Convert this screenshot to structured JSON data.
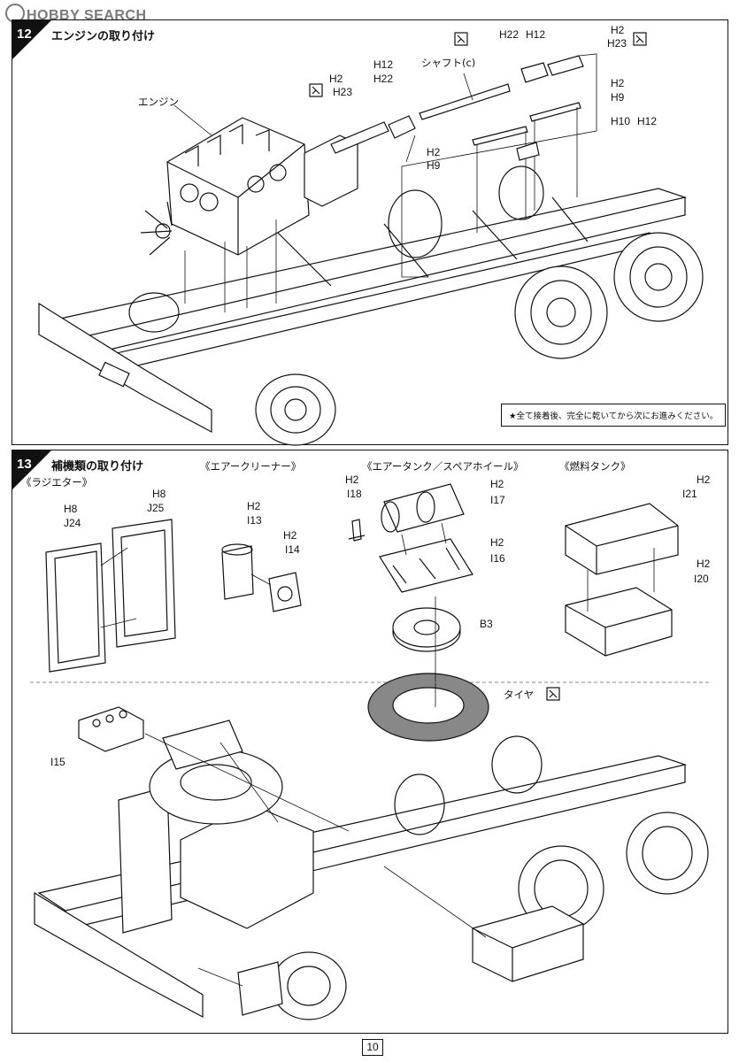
{
  "watermark": "HOBBY SEARCH",
  "step12": {
    "number": "12",
    "title": "エンジンの取り付け",
    "labels": {
      "engine": "エンジン",
      "shaft": "シャフト(c)",
      "h22_top": "H22",
      "h12_top": "H12",
      "h2_top": "H2",
      "h23_top": "H23",
      "h2_left": "H2",
      "h12_left": "H12",
      "h23_left": "H23",
      "h22_left": "H22",
      "h2_r1": "H2",
      "h9_r1": "H9",
      "h10": "H10",
      "h12_r": "H12",
      "h2_r2": "H2",
      "h9_r2": "H9"
    },
    "note": "★全て接着後、完全に乾いてから次にお進みください。"
  },
  "step13": {
    "number": "13",
    "title": "補機類の取り付け",
    "sections": {
      "radiator": "《ラジエター》",
      "air_cleaner": "《エアークリーナー》",
      "air_tank": "《エアータンク／スペアホイール》",
      "fuel_tank": "《燃料タンク》"
    },
    "labels": {
      "h8_a": "H8",
      "j24": "J24",
      "h8_b": "H8",
      "j25": "J25",
      "h2_i13": "H2",
      "i13": "I13",
      "h2_i14": "H2",
      "i14": "I14",
      "h2_i18": "H2",
      "i18": "I18",
      "h2_i17": "H2",
      "i17": "I17",
      "h2_i16": "H2",
      "i16": "I16",
      "b3": "B3",
      "tire": "タイヤ",
      "h2_i21": "H2",
      "i21": "I21",
      "h2_i20": "H2",
      "i20": "I20",
      "i15": "I15"
    }
  },
  "page_number": "10"
}
